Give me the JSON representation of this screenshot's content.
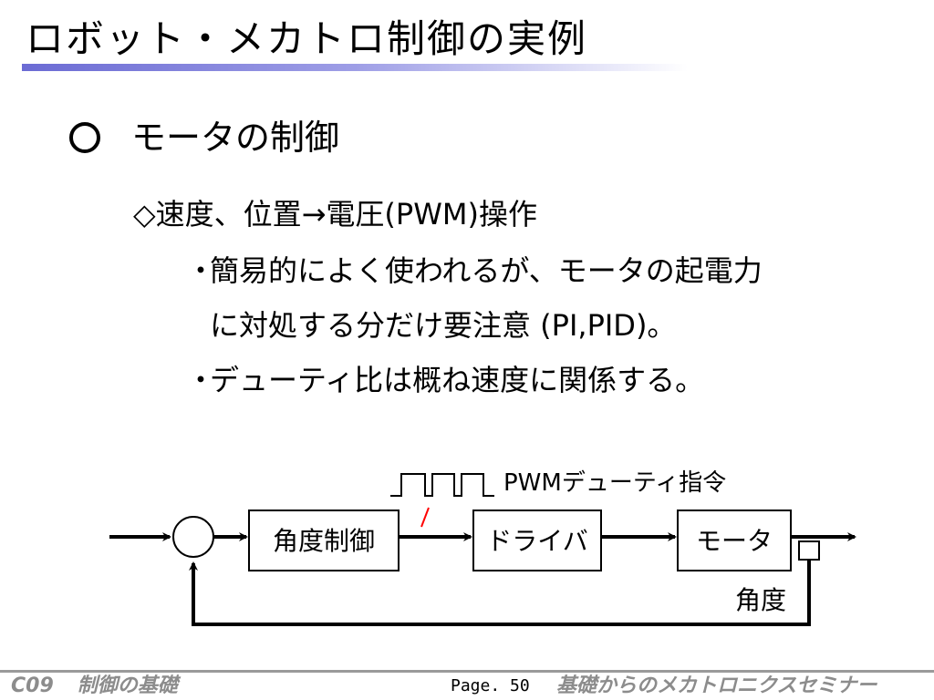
{
  "title": "ロボット・メカトロ制御の実例",
  "heading": "モータの制御",
  "subheading": "◇速度、位置→電圧(PWM)操作",
  "bullets": {
    "b1_line1": "簡易的によく使われるが、モータの起電力",
    "b1_line2": "に対処する分だけ要注意 (PI,PID)。",
    "b2": "デューティ比は概ね速度に関係する。",
    "marker": "・"
  },
  "diagram": {
    "controller": "角度制御",
    "driver": "ドライバ",
    "motor": "モータ",
    "pwm_label": "PWMデューティ指令",
    "feedback_label": "角度",
    "colors": {
      "line": "#000000",
      "slash": "#ff0000"
    }
  },
  "footer": {
    "code": "C09",
    "course": "制御の基礎",
    "page": "Page. 50",
    "seminar": "基礎からのメカトロニクスセミナー"
  }
}
